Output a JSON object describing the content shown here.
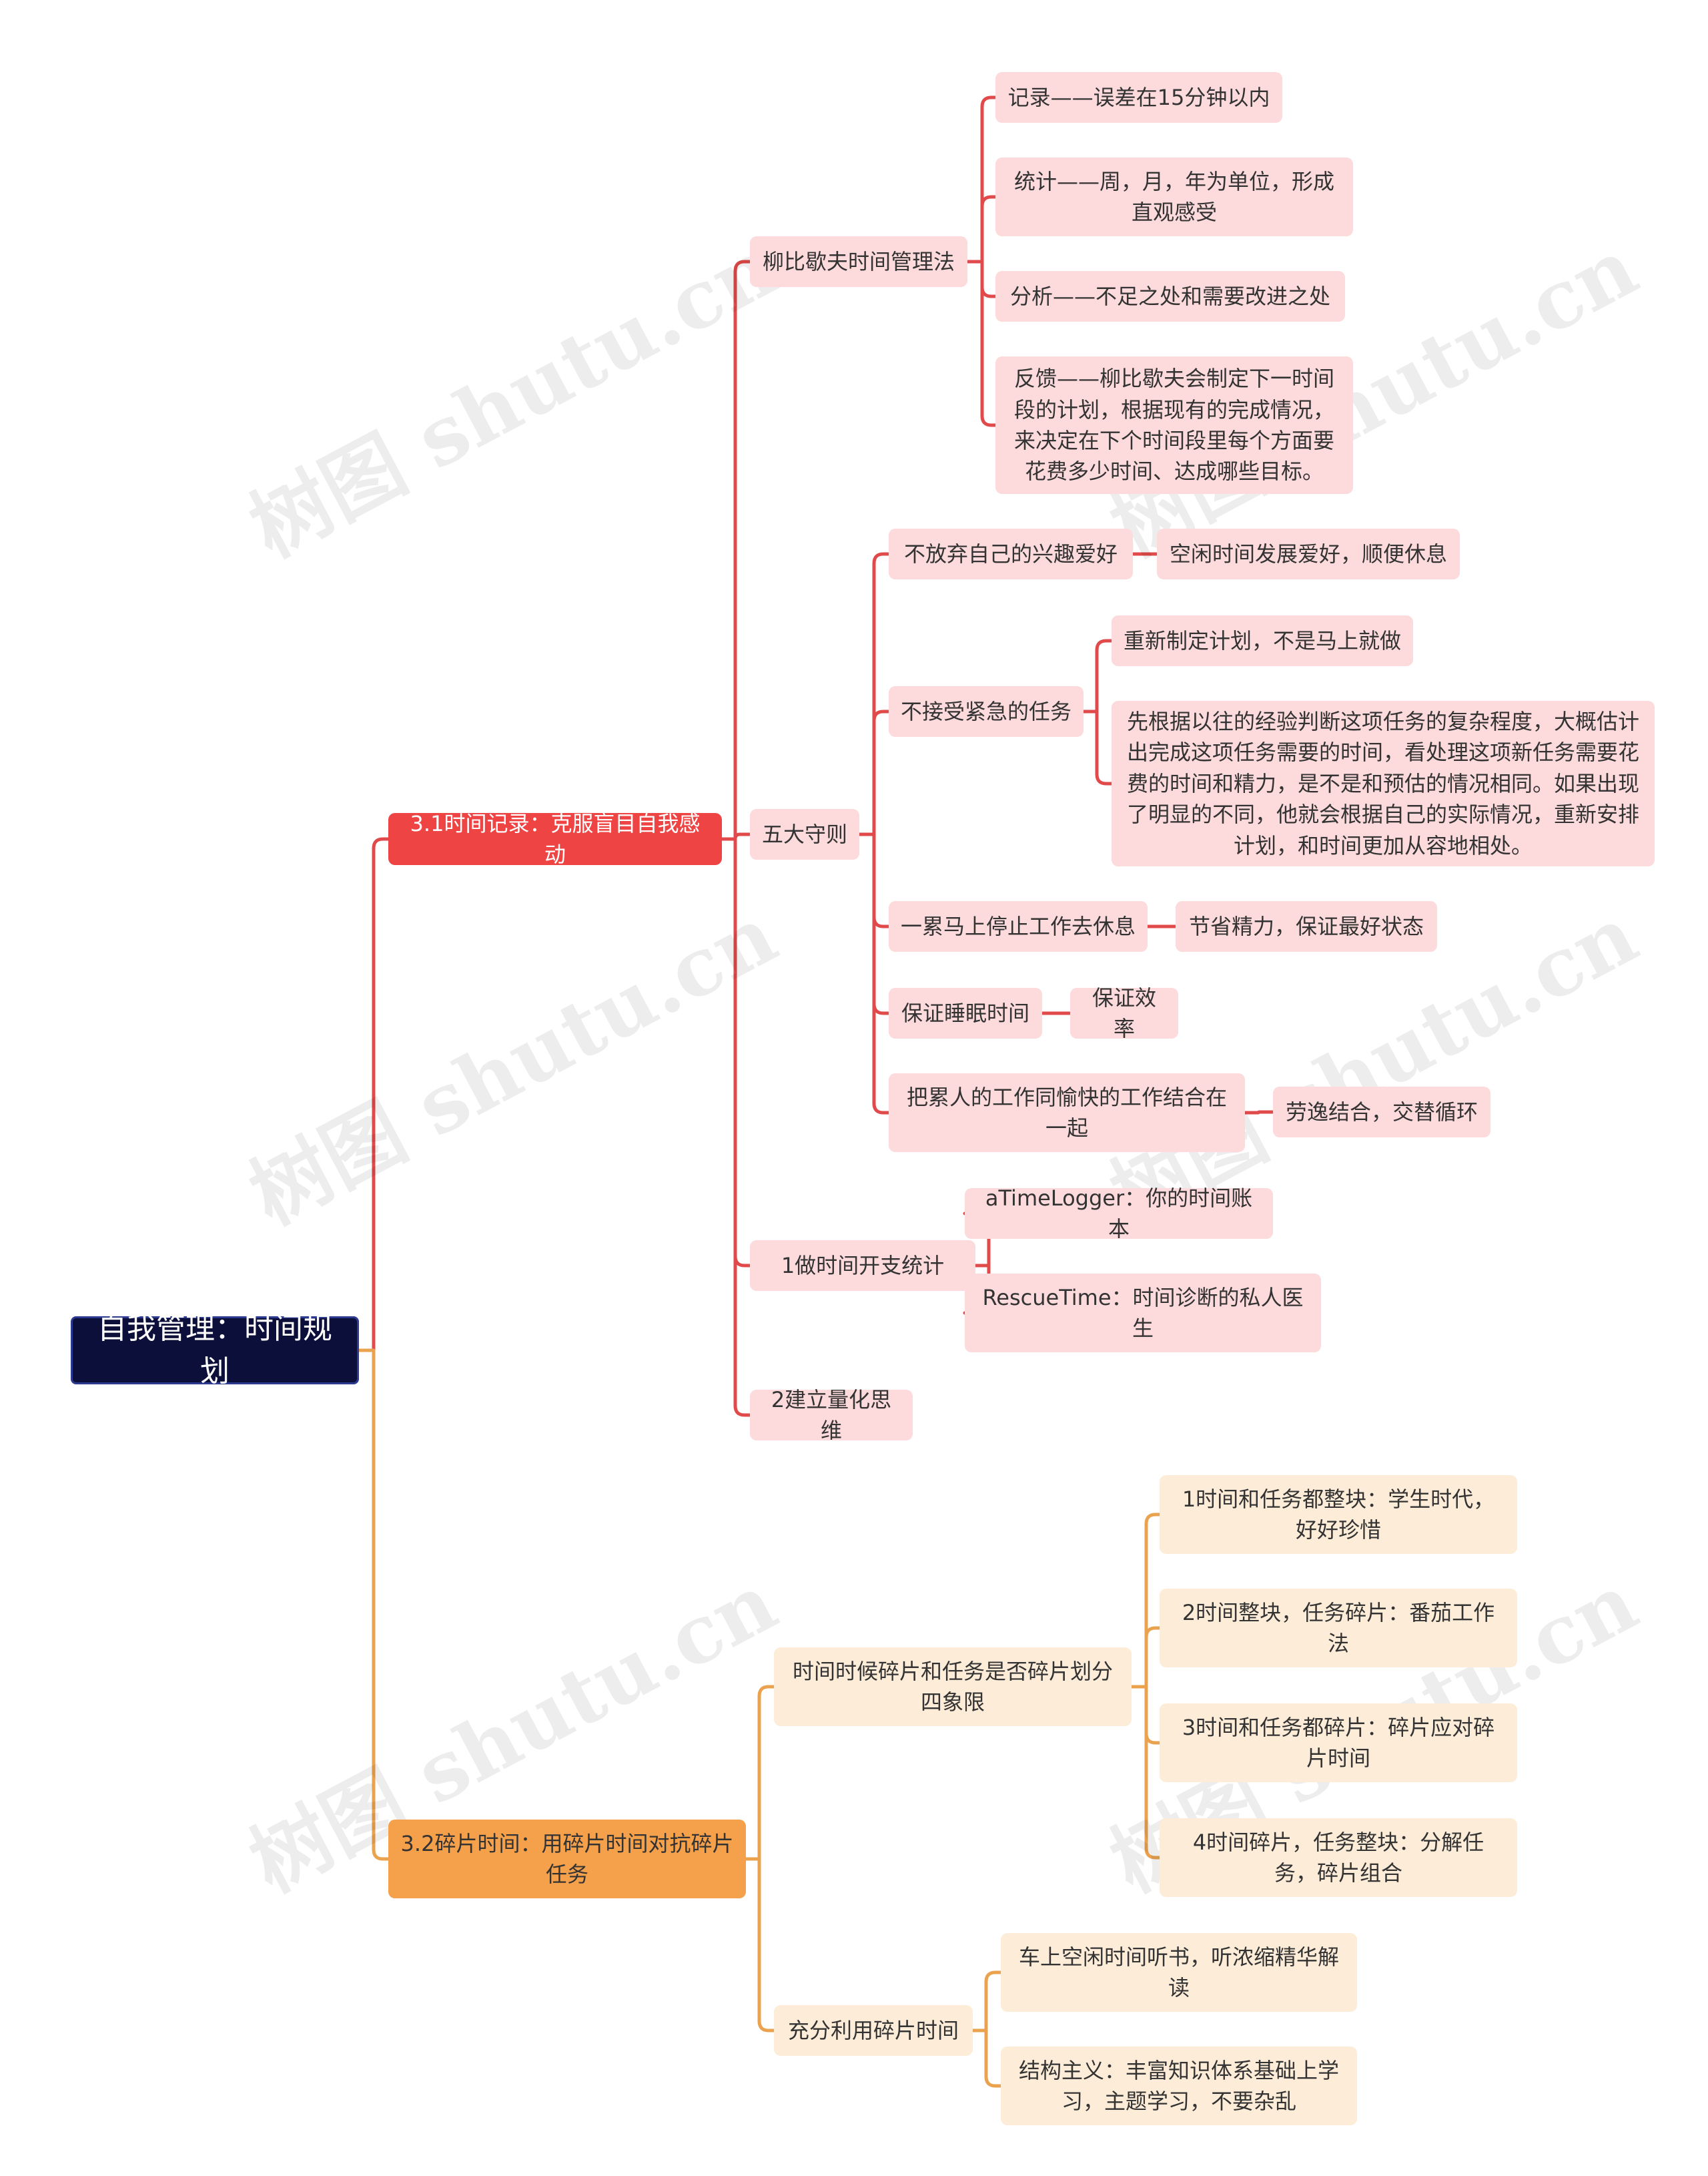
{
  "root": "自我管理：时间规划",
  "b1": {
    "label": "3.1时间记录：克服盲目自我感动",
    "c1": {
      "label": "柳比歇夫时间管理法",
      "items": [
        "记录——误差在15分钟以内",
        "统计——周，月，年为单位，形成直观感受",
        "分析——不足之处和需要改进之处",
        "反馈——柳比歇夫会制定下一时间段的计划，根据现有的完成情况，来决定在下个时间段里每个方面要花费多少时间、达成哪些目标。"
      ]
    },
    "c2": {
      "label": "五大守则",
      "r1": {
        "label": "不放弃自己的兴趣爱好",
        "leaf": "空闲时间发展爱好，顺便休息"
      },
      "r2": {
        "label": "不接受紧急的任务",
        "leaves": [
          "重新制定计划，不是马上就做",
          "先根据以往的经验判断这项任务的复杂程度，大概估计出完成这项任务需要的时间，看处理这项新任务需要花费的时间和精力，是不是和预估的情况相同。如果出现了明显的不同，他就会根据自己的实际情况，重新安排计划，和时间更加从容地相处。"
        ]
      },
      "r3": {
        "label": "一累马上停止工作去休息",
        "leaf": "节省精力，保证最好状态"
      },
      "r4": {
        "label": "保证睡眠时间",
        "leaf": "保证效率"
      },
      "r5": {
        "label": "把累人的工作同愉快的工作结合在一起",
        "leaf": "劳逸结合，交替循环"
      }
    },
    "c3": {
      "label": "1做时间开支统计",
      "items": [
        "aTimeLogger：你的时间账本",
        "RescueTime：时间诊断的私人医生"
      ]
    },
    "c4": {
      "label": "2建立量化思维"
    }
  },
  "b2": {
    "label": "3.2碎片时间：用碎片时间对抗碎片任务",
    "c1": {
      "label": "时间时候碎片和任务是否碎片划分四象限",
      "items": [
        "1时间和任务都整块：学生时代，好好珍惜",
        "2时间整块，任务碎片：番茄工作法",
        "3时间和任务都碎片：碎片应对碎片时间",
        "4时间碎片，任务整块：分解任务，碎片组合"
      ]
    },
    "c2": {
      "label": "充分利用碎片时间",
      "items": [
        "车上空闲时间听书，听浓缩精华解读",
        "结构主义：丰富知识体系基础上学习，主题学习，不要杂乱"
      ]
    }
  },
  "watermark": "树图 shutu.cn",
  "colors": {
    "root": "#0c0f3a",
    "branch1": "#ef4444",
    "branch2": "#f5a04a",
    "red_line": "#e14a4a",
    "orange_line": "#eaa24f",
    "red_node": "#fddadb",
    "orange_node": "#fdecd8"
  }
}
